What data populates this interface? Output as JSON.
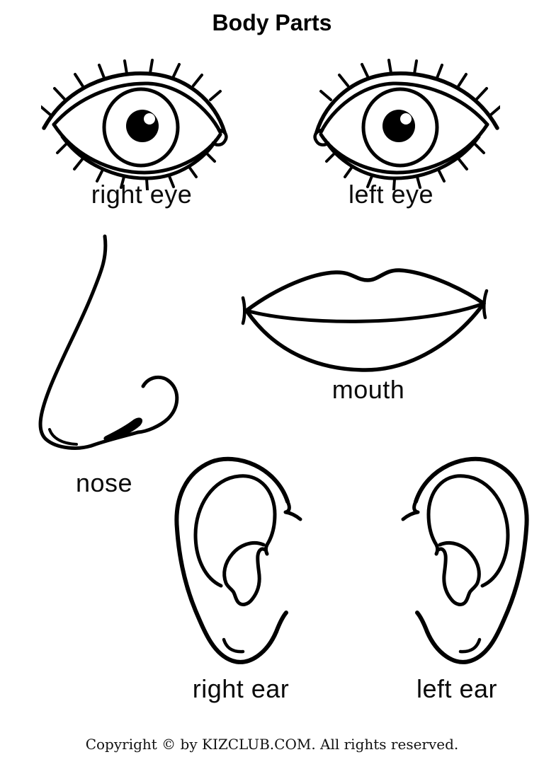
{
  "page": {
    "title": "Body Parts",
    "background": "#ffffff",
    "ink": "#000000"
  },
  "figures": [
    {
      "id": "right-eye",
      "label": "right eye"
    },
    {
      "id": "left-eye",
      "label": "left eye"
    },
    {
      "id": "nose",
      "label": "nose"
    },
    {
      "id": "mouth",
      "label": "mouth"
    },
    {
      "id": "right-ear",
      "label": "right ear"
    },
    {
      "id": "left-ear",
      "label": "left ear"
    }
  ],
  "footer": {
    "copyright": "Copyright © by KIZCLUB.COM. All rights reserved."
  }
}
